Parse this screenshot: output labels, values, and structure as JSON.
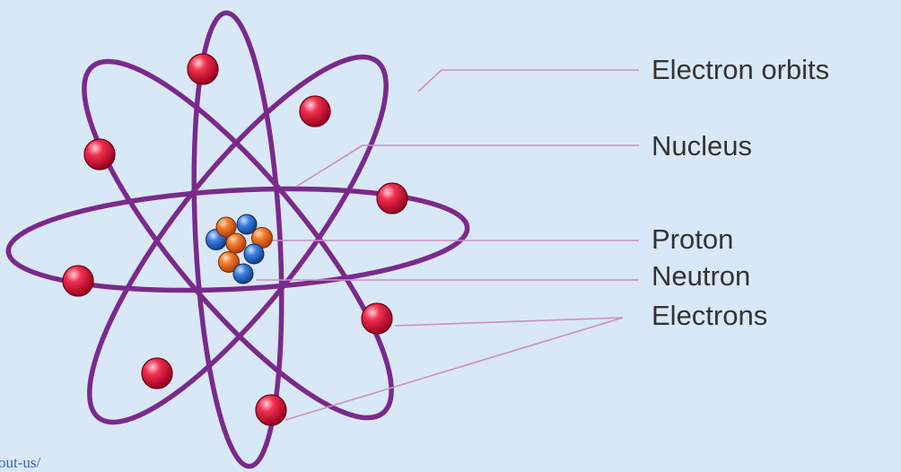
{
  "labels": {
    "electron_orbits": "Electron orbits",
    "nucleus": "Nucleus",
    "proton": "Proton",
    "neutron": "Neutron",
    "electrons": "Electrons"
  },
  "link": {
    "text": "out-us/"
  },
  "colors": {
    "background": "#d9e8f6",
    "orbit": "#7a2a8a",
    "electron": "#e0103a",
    "proton": "#ee6a1e",
    "neutron": "#2f6fd0",
    "leader_line": "#c98fc3",
    "label_text": "#333333",
    "link": "#3a64b8"
  }
}
